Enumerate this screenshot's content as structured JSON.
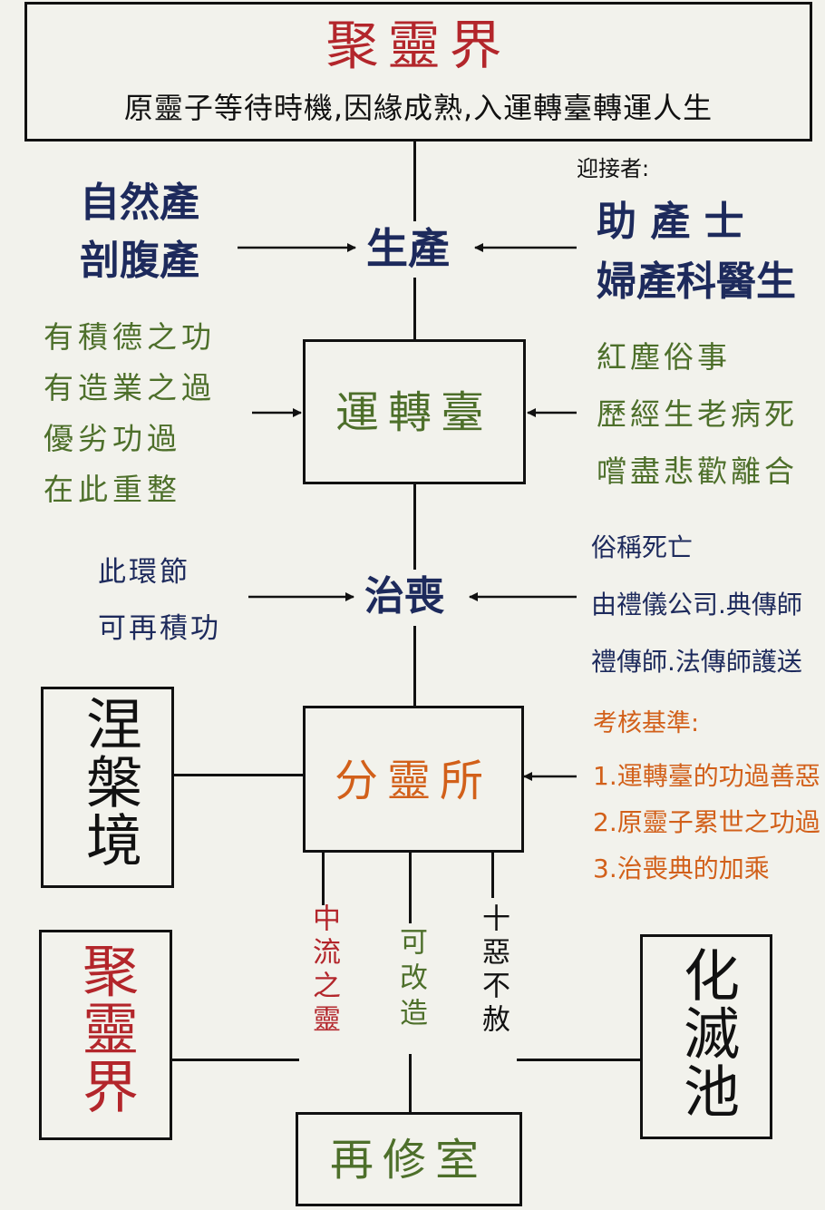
{
  "header": {
    "title": "聚靈界",
    "subtitle": "原靈子等待時機,因緣成熟,入運轉臺轉運人生"
  },
  "birth": {
    "label": "生產",
    "left_items": [
      "自然產",
      "剖腹產"
    ],
    "right_caption": "迎接者:",
    "right_items": [
      "助 產 士",
      "婦產科醫生"
    ]
  },
  "platform": {
    "label": "運轉臺",
    "left_items": [
      "有積德之功",
      "有造業之過",
      "優劣功過",
      "在此重整"
    ],
    "right_items": [
      "紅塵俗事",
      "歷經生老病死",
      "嚐盡悲歡離合"
    ]
  },
  "funeral": {
    "label": "治喪",
    "left_items": [
      "此環節",
      "可再積功"
    ],
    "right_items": [
      "俗稱死亡",
      "由禮儀公司.典傳師",
      "禮傳師.法傳師護送"
    ]
  },
  "dispatch": {
    "label": "分靈所",
    "right_caption": "考核基準:",
    "criteria": [
      "1.運轉臺的功過善惡",
      "2.原靈子累世之功過",
      "3.治喪典的加乘"
    ]
  },
  "nirvana": {
    "label": "涅槃境"
  },
  "gathering_bottom": {
    "label": "聚靈界"
  },
  "dissolution": {
    "label": "化滅池"
  },
  "retraining": {
    "label": "再修室"
  },
  "branches": {
    "middle": "中流之靈",
    "reformable": "可改造",
    "unforgivable": "十惡不赦"
  },
  "colors": {
    "navy": "#1d2a5c",
    "green": "#4d6f2a",
    "orange": "#d2601a",
    "red": "#b3262b"
  }
}
